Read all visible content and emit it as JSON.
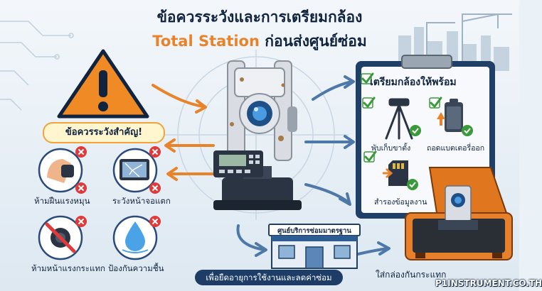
{
  "title": {
    "line1": "ข้อควรระวังและการเตรียมกล้อง",
    "line2_highlight": "Total Station",
    "line2_rest": "ก่อนส่งศูนย์ซ่อม"
  },
  "warning": {
    "label": "ข้อควรระวังสำคัญ!",
    "items": [
      {
        "label": "ห้ามฝืนแรงหมุน",
        "icon": "hand-knob-icon"
      },
      {
        "label": "ระวังหน้าจอแตก",
        "icon": "cracked-screen-icon"
      },
      {
        "label": "ห้ามหน้าแรงกระแทก",
        "icon": "impact-icon"
      },
      {
        "label": "ป้องกันความชื้น",
        "icon": "water-drop-icon"
      }
    ]
  },
  "checklist": {
    "title": "เตรียมกล้องให้พร้อม",
    "items": [
      {
        "label": "พับเก็บขาตั้ง",
        "icon": "tripod-icon"
      },
      {
        "label": "ถอดแบตเตอรี่ออก",
        "icon": "battery-icon"
      },
      {
        "label": "สำรองข้อมูลงาน",
        "icon": "sd-card-icon"
      }
    ]
  },
  "service_center": {
    "sign": "ศูนย์บริการซ่อมมาตรฐาน",
    "banner": "เพื่อยืดอายุการใช้งานและลดค่าซ่อม"
  },
  "case": {
    "label": "ใส่กล่องกันกระแทก"
  },
  "brand": "P1INSTRUMENT.CO.TH",
  "colors": {
    "navy": "#10243f",
    "accent_orange": "#e8832a",
    "warning_orange": "#f08a24",
    "check_green": "#3a9a3a",
    "cross_red": "#e03a3a",
    "panel_blue": "#cfe0ef"
  }
}
